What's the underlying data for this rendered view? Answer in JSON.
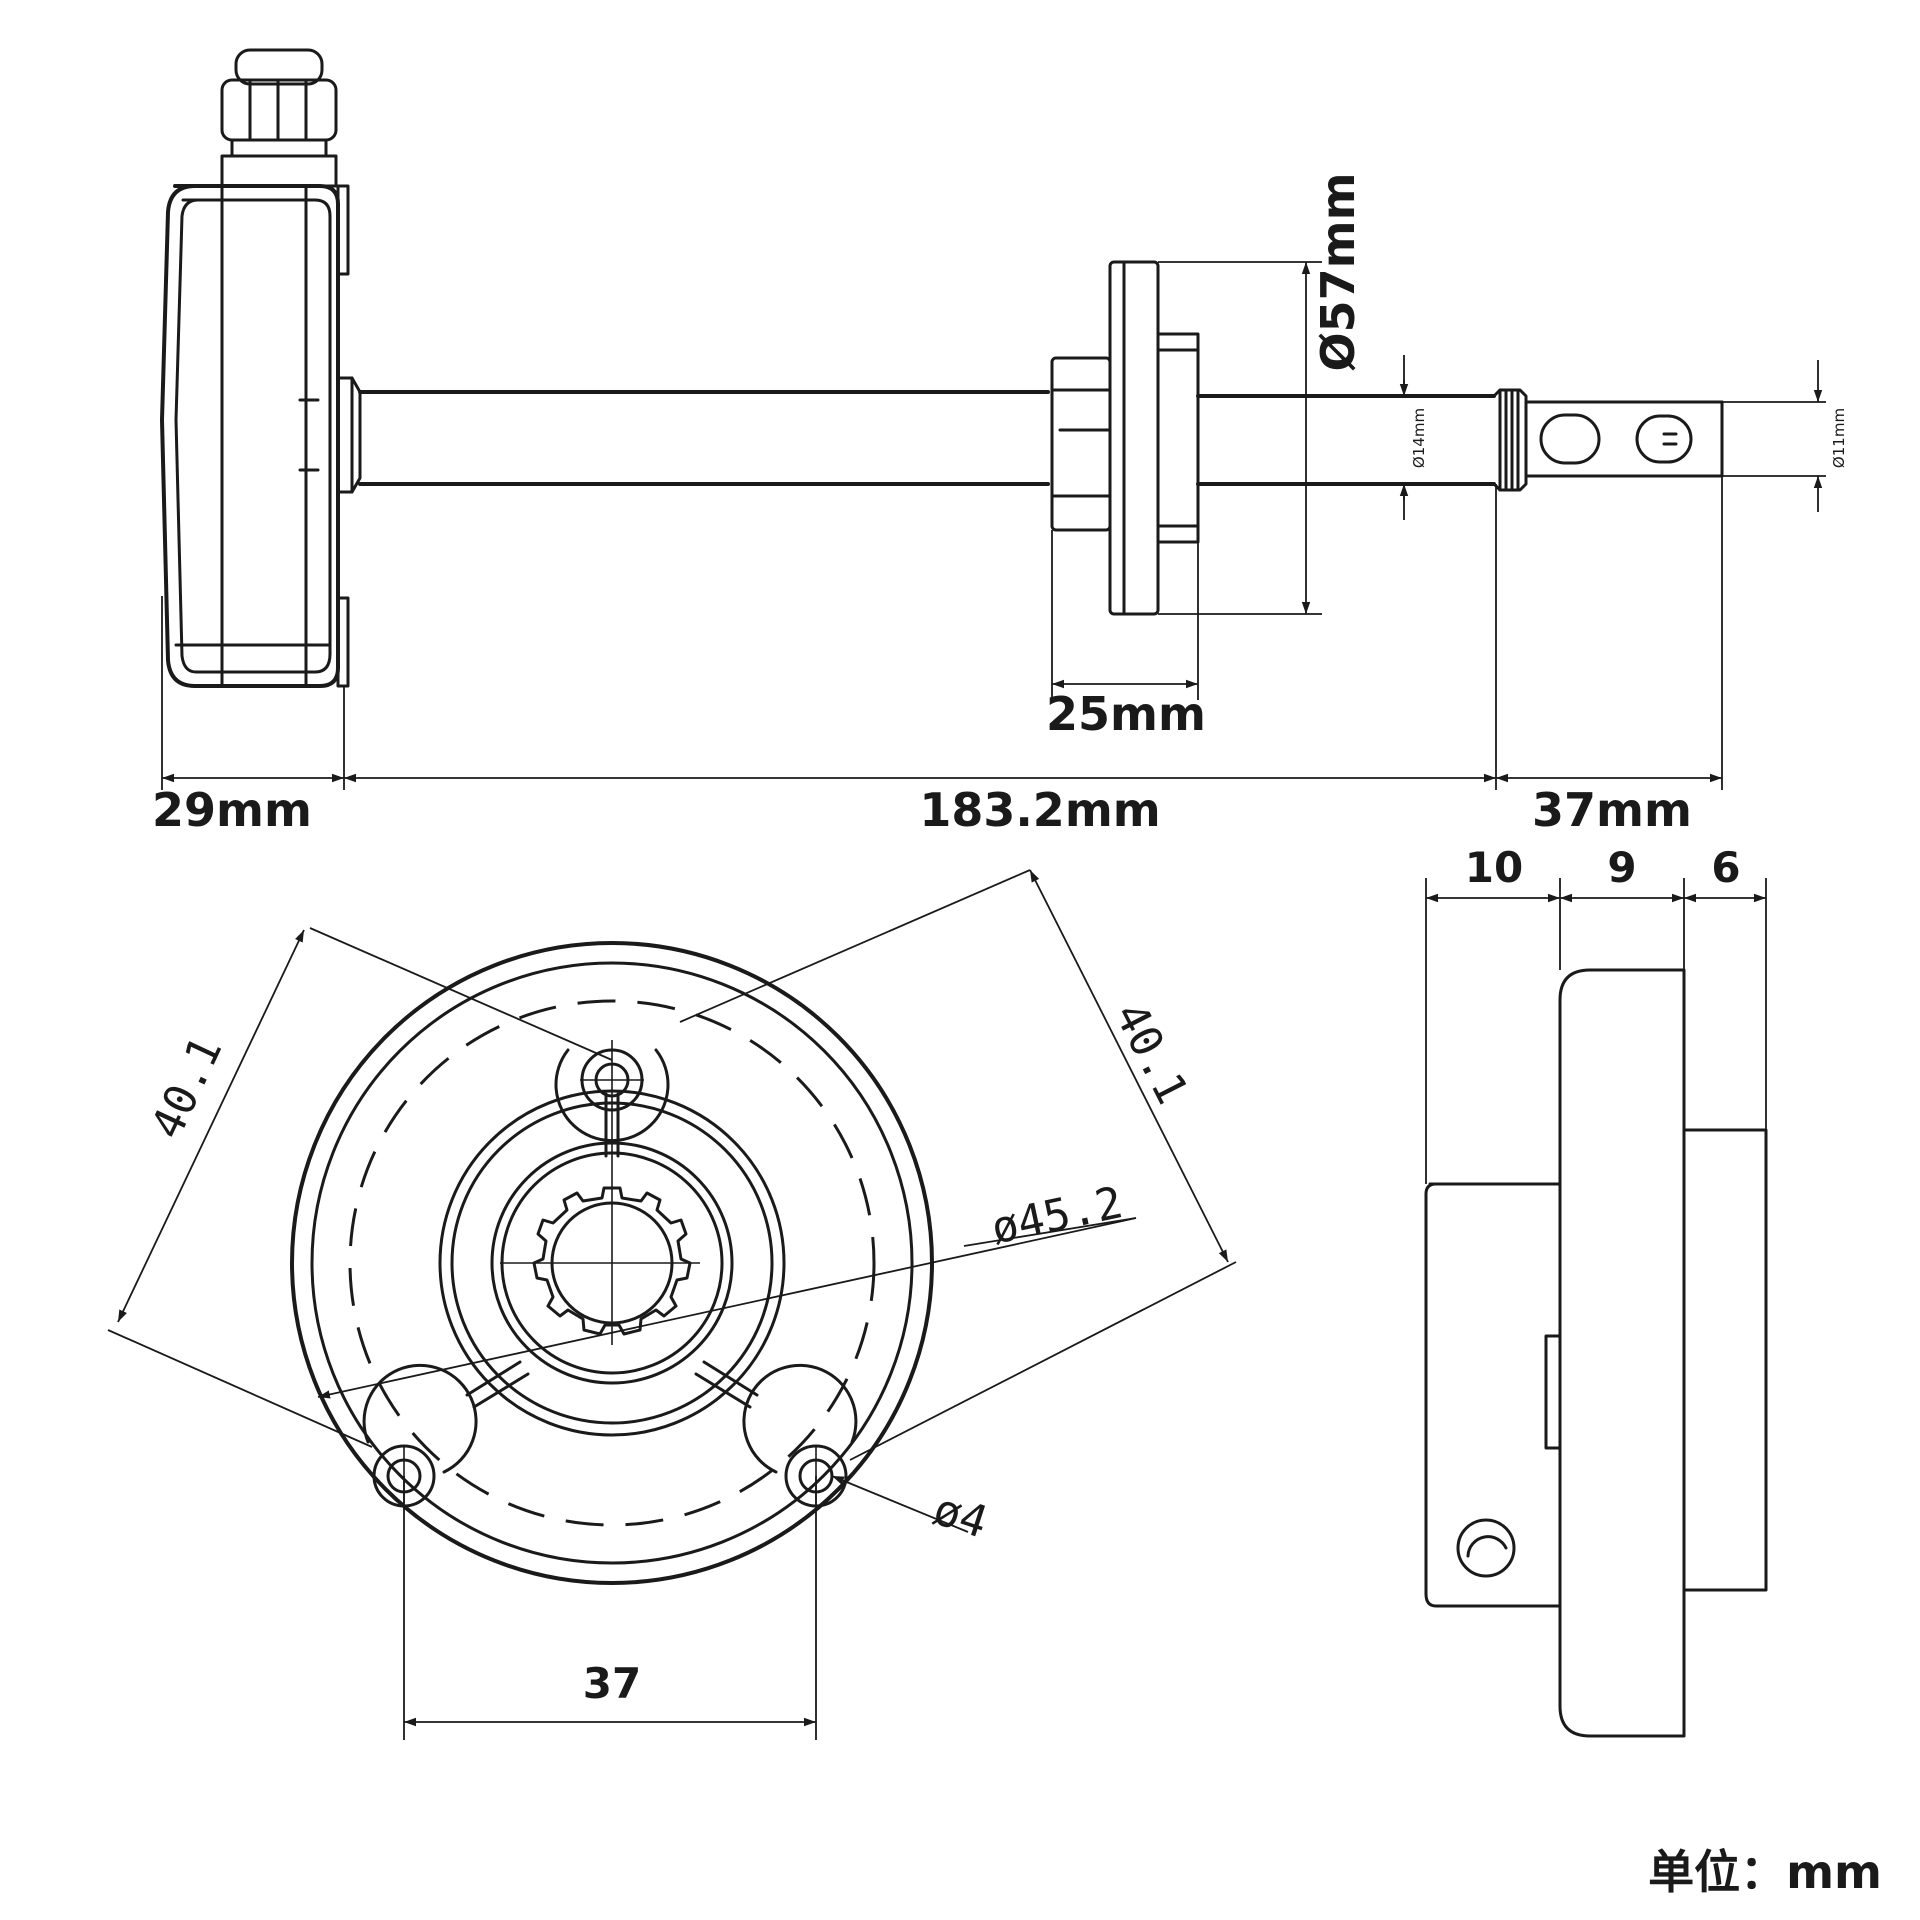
{
  "side_view": {
    "housing_width": "29mm",
    "rod_length": "183.2mm",
    "probe_length": "37mm",
    "flange_diameter": "Ø57mm",
    "flange_thickness": "25mm",
    "rod_diameter": "Ø14mm",
    "probe_diameter": "Ø11mm"
  },
  "front_view": {
    "span_left": "40.1",
    "span_right": "40.1",
    "bolt_circle": "ø45.2",
    "hole_diameter": "ø4",
    "hole_spacing": "37"
  },
  "section_view": {
    "dim_a": "10",
    "dim_b": "9",
    "dim_c": "6"
  },
  "unit_note": "单位：mm"
}
